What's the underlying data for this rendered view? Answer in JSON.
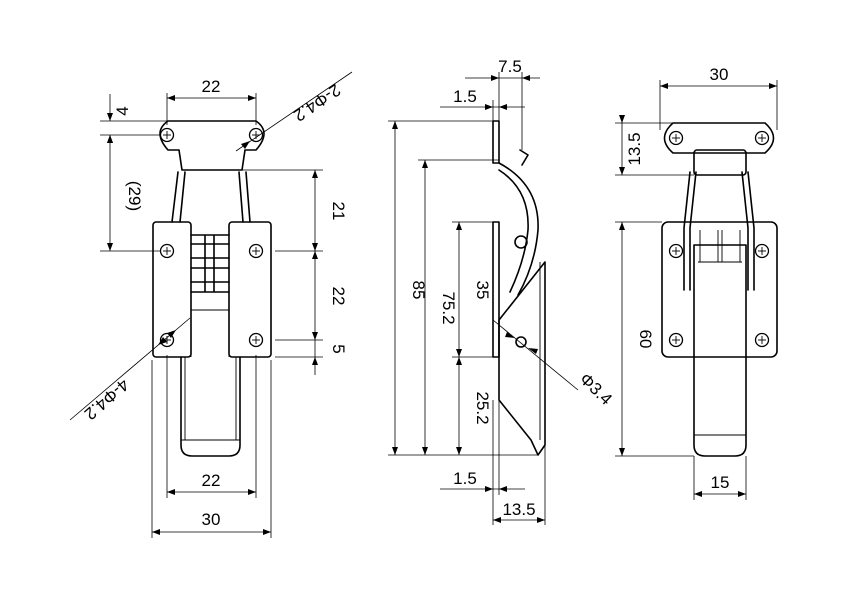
{
  "views": {
    "front": {
      "dims": {
        "top_width": "22",
        "top_offset": "4",
        "hinge_height": "(29)",
        "top_holes": "2-Φ4.2",
        "span_upper": "21",
        "span_middle": "22",
        "span_lower": "5",
        "base_holes": "4-Φ4.2",
        "bottom_inner": "22",
        "bottom_outer": "30"
      }
    },
    "side": {
      "dims": {
        "hook_width": "7.5",
        "top_thickness": "1.5",
        "overall_height": "85",
        "height_75": "75.2",
        "height_35": "35",
        "height_25": "25.2",
        "pivot_hole": "Φ3.4",
        "bottom_thickness": "1.5",
        "bottom_depth": "13.5"
      }
    },
    "right": {
      "dims": {
        "top_width": "30",
        "top_height": "13.5",
        "base_height": "60",
        "bottom_width": "15"
      }
    }
  },
  "colors": {
    "line": "#000000",
    "background": "#ffffff"
  }
}
